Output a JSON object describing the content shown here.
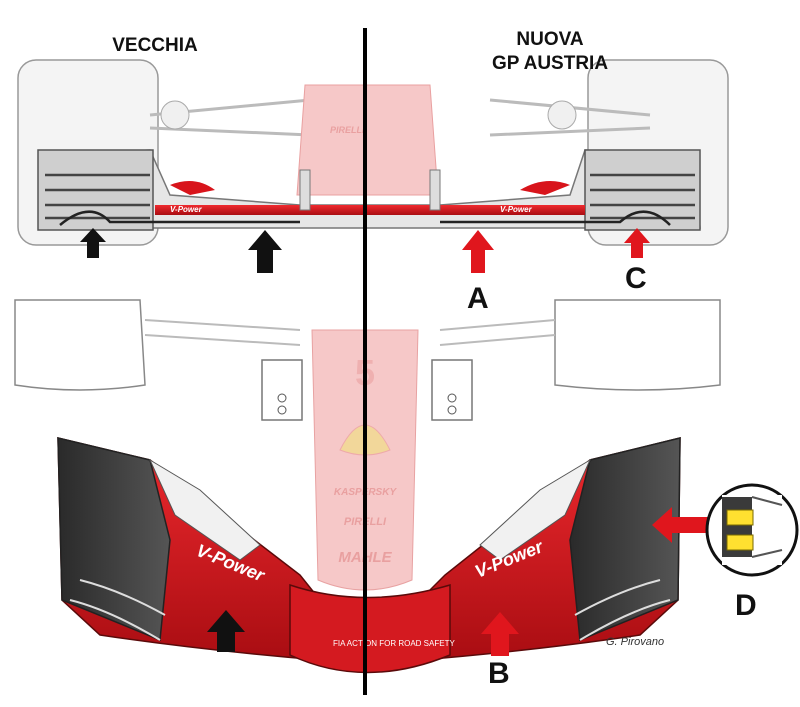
{
  "labels": {
    "old": "VECCHIA",
    "new_line1": "NUOVA",
    "new_line2": "GP AUSTRIA"
  },
  "callouts": [
    "A",
    "B",
    "C",
    "D"
  ],
  "branding": {
    "sponsor_fuel": "V-Power",
    "sponsor_tyre": "PIRELLI",
    "sponsor_security": "KASPERSKY",
    "sponsor_filters": "MAHLE",
    "car_number": "5",
    "fia_text": "FIA ACTION FOR ROAD SAFETY"
  },
  "credit": "G. Pirovano",
  "colors": {
    "ferrari_red": "#d8141b",
    "faded_red": "#f4c0c0",
    "arrow_old": "#111111",
    "arrow_new": "#e0161d",
    "highlight_yellow": "#ffe030"
  }
}
